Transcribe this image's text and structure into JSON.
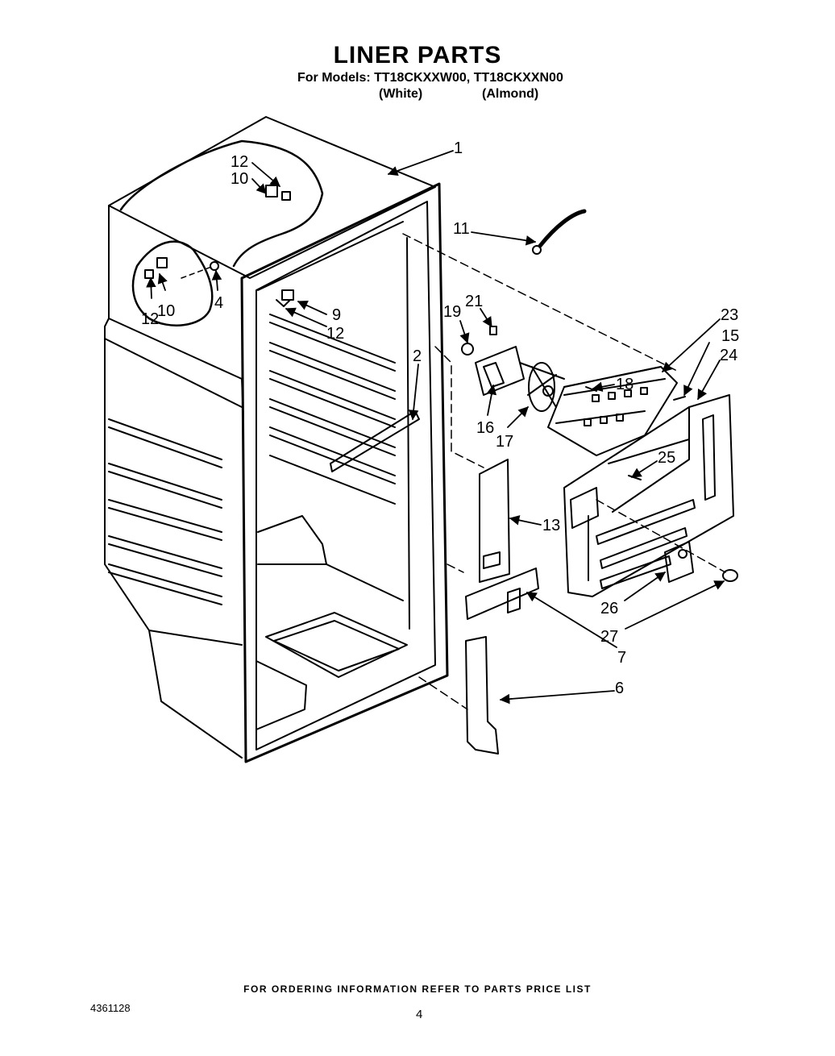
{
  "header": {
    "title": "LINER PARTS",
    "models_line": "For Models: TT18CKXXW00, TT18CKXXN00",
    "color_white": "(White)",
    "color_almond": "(Almond)"
  },
  "callouts": {
    "c1": "1",
    "c2": "2",
    "c4": "4",
    "c6": "6",
    "c7": "7",
    "c9": "9",
    "c10a": "10",
    "c10b": "10",
    "c11": "11",
    "c12a": "12",
    "c12b": "12",
    "c12c": "12",
    "c13": "13",
    "c15": "15",
    "c16": "16",
    "c17": "17",
    "c18": "18",
    "c19": "19",
    "c21": "21",
    "c23": "23",
    "c24": "24",
    "c25": "25",
    "c26": "26",
    "c27": "27"
  },
  "footer": {
    "ordering_note": "FOR ORDERING INFORMATION REFER TO PARTS PRICE LIST",
    "doc_number": "4361128",
    "page_number": "4"
  }
}
